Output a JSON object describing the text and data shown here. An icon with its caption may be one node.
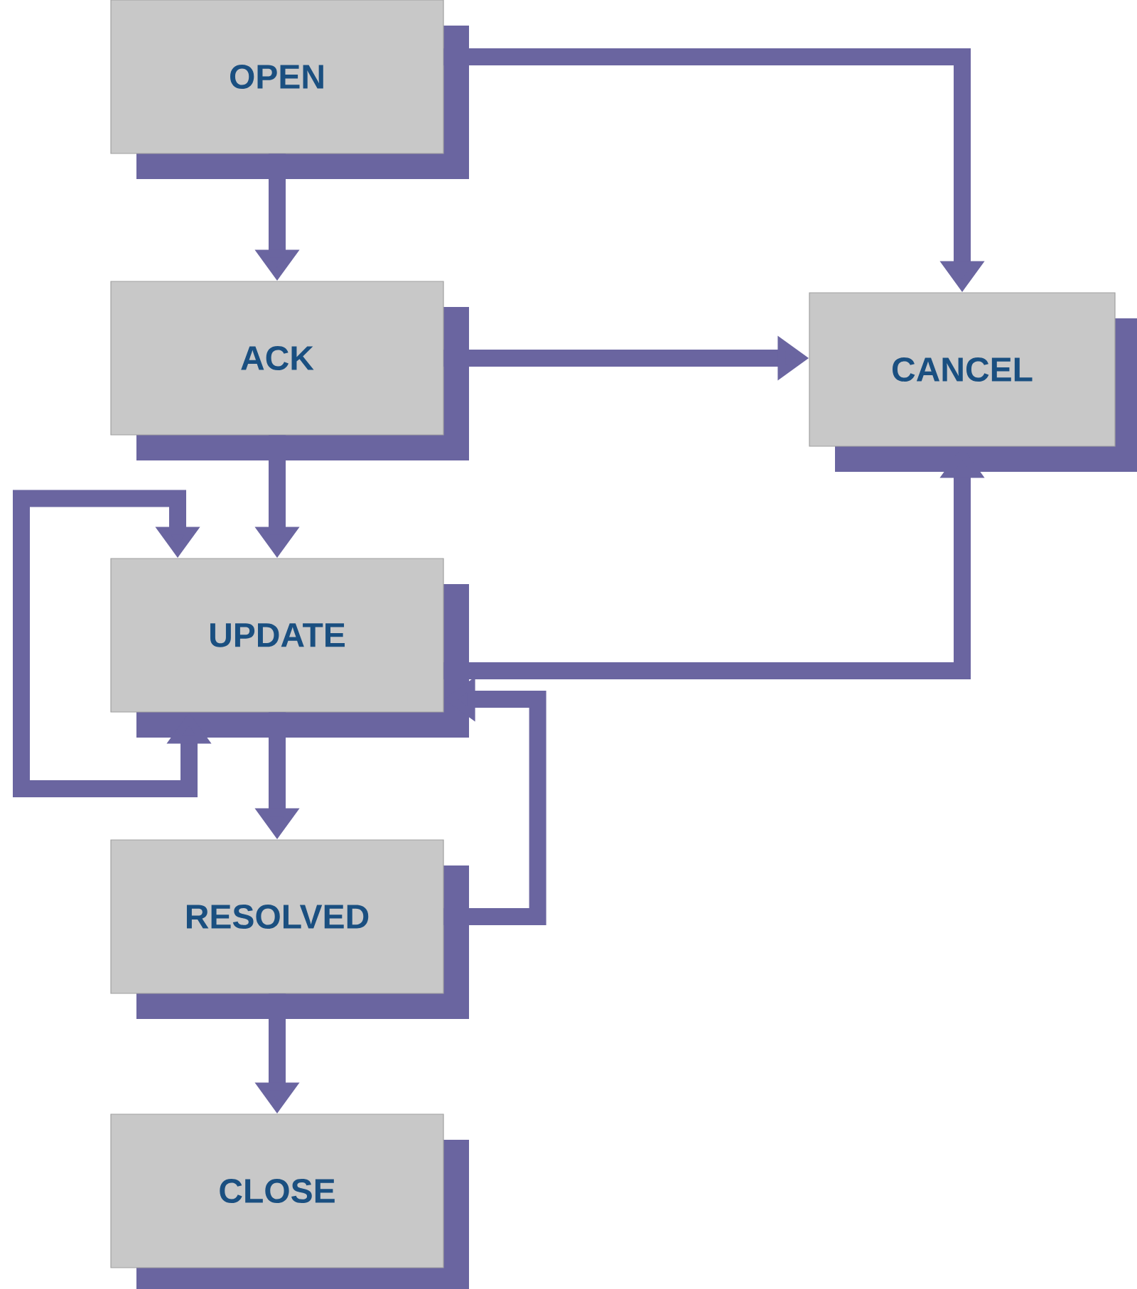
{
  "diagram": {
    "nodes": [
      {
        "text": [
          "OPEN"
        ]
      },
      {
        "text": [
          "ACK"
        ]
      },
      {
        "text": [
          "CANCEL"
        ]
      },
      {
        "text": [
          "UPDATE"
        ]
      },
      {
        "text": [
          "RESOLVED"
        ]
      },
      {
        "text": [
          "CLOSE"
        ]
      }
    ],
    "edges": [
      {
        "from": 0,
        "to": 1,
        "arrow": "to"
      },
      {
        "from": 0,
        "to": 2,
        "arrow": "to"
      },
      {
        "from": 1,
        "to": 2,
        "arrow": "to"
      },
      {
        "from": 1,
        "to": 3,
        "arrow": "to"
      },
      {
        "from": 3,
        "to": 3,
        "arrow": "both"
      },
      {
        "from": 3,
        "to": 2,
        "arrow": "to"
      },
      {
        "from": 3,
        "to": 4,
        "arrow": "to"
      },
      {
        "from": 4,
        "to": 3,
        "arrow": "to"
      },
      {
        "from": 4,
        "to": 5,
        "arrow": "to"
      }
    ]
  }
}
